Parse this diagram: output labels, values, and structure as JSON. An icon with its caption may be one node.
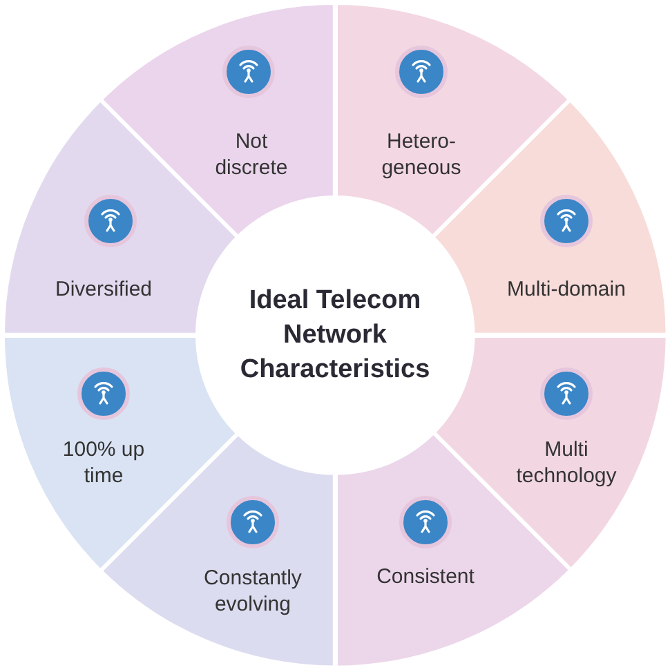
{
  "diagram": {
    "nodes": [
      {
        "text": [
          "Ideal Telecom Network Characteristics"
        ]
      },
      {
        "text": [
          "Not discrete"
        ]
      },
      {
        "text": [
          "Hetero- geneous"
        ]
      },
      {
        "text": [
          "Multi-domain"
        ]
      },
      {
        "text": [
          "Multi technology"
        ]
      },
      {
        "text": [
          "Consistent"
        ]
      },
      {
        "text": [
          "Constantly evolving"
        ]
      },
      {
        "text": [
          "100% up time"
        ]
      },
      {
        "text": [
          "Diversified"
        ]
      }
    ]
  }
}
